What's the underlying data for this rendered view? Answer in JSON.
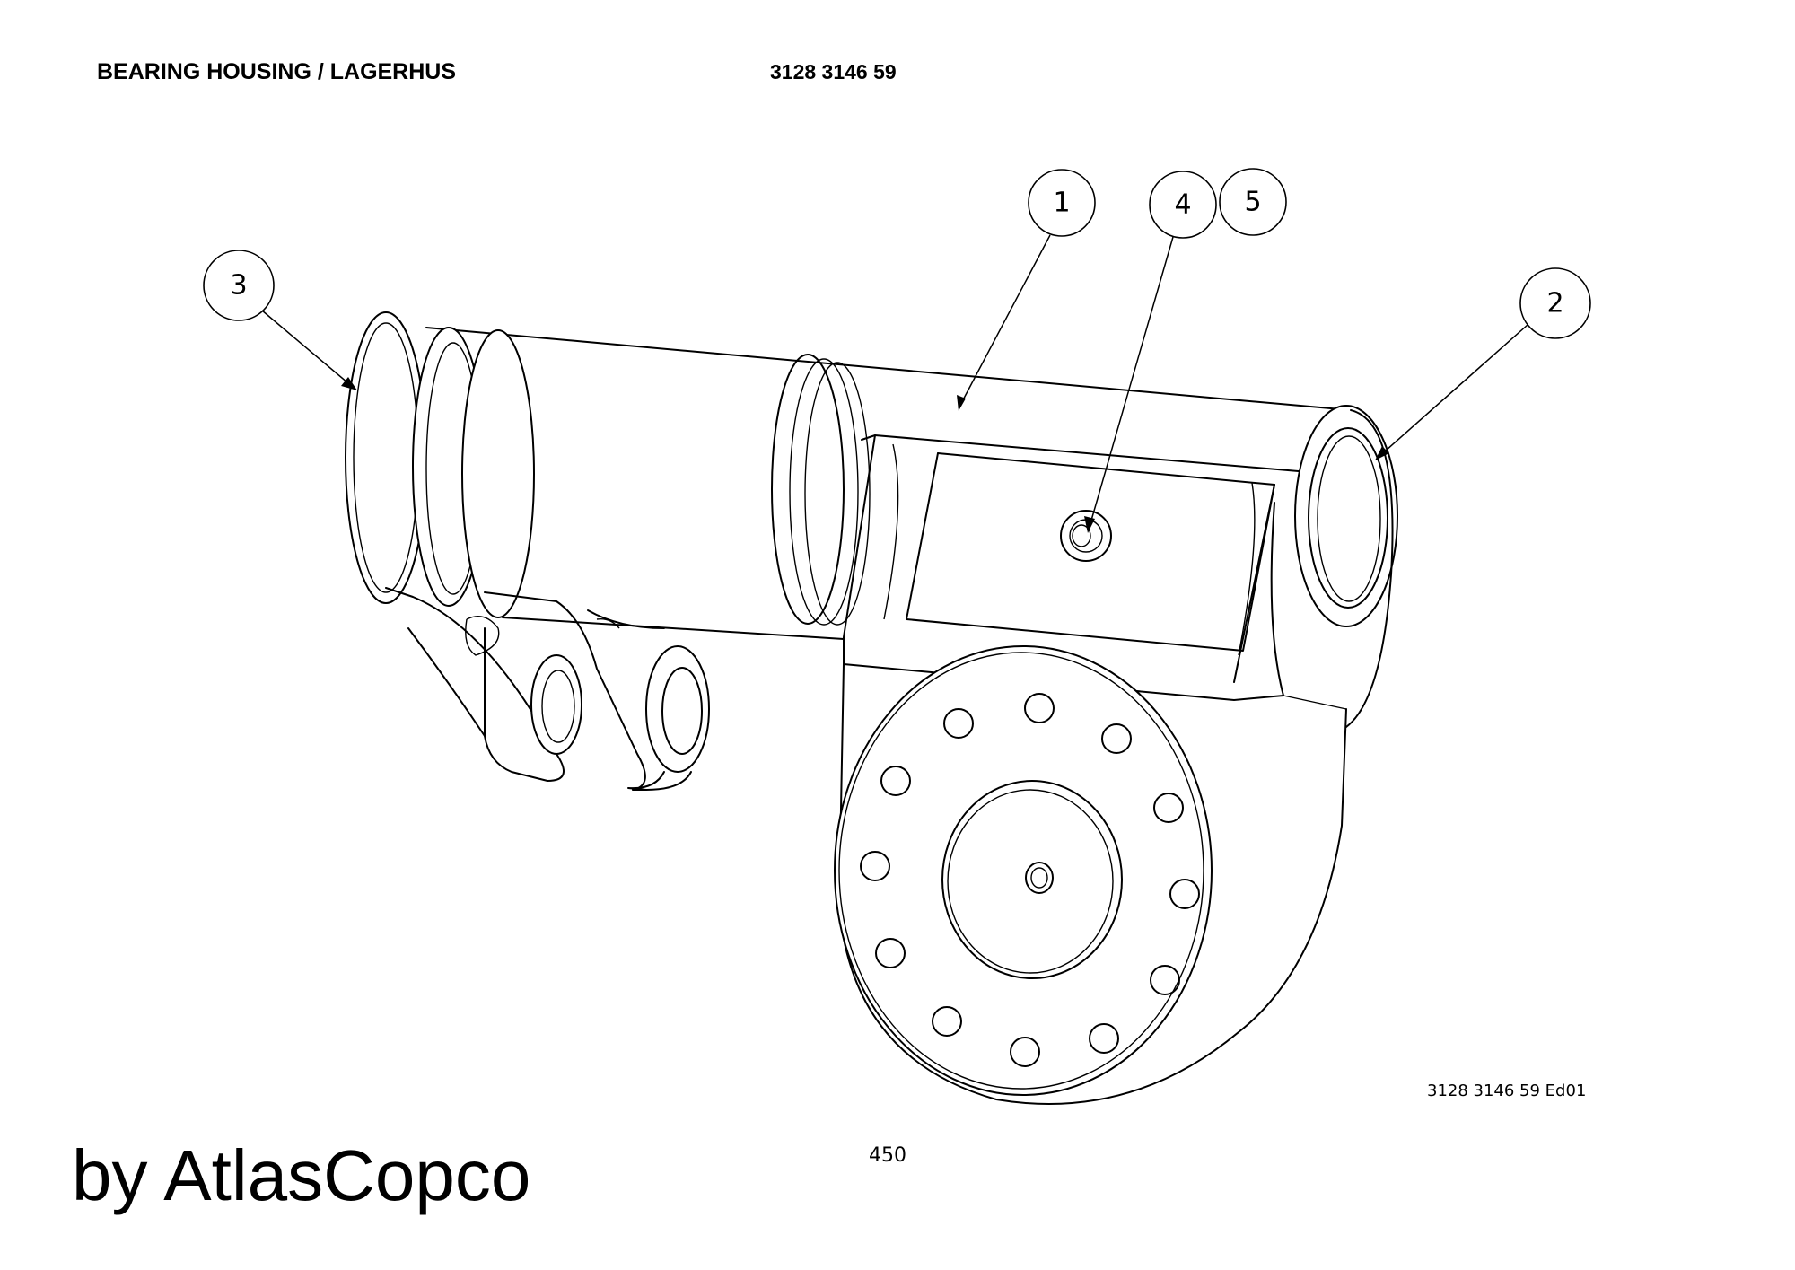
{
  "header": {
    "title": "BEARING HOUSING / LAGERHUS",
    "part_number": "3128 3146 59"
  },
  "callouts": [
    {
      "label": "1"
    },
    {
      "label": "2"
    },
    {
      "label": "3"
    },
    {
      "label": "4"
    },
    {
      "label": "5"
    }
  ],
  "footer": {
    "edition": "3128 3146 59 Ed01",
    "page_number": "450",
    "brand": "by AtlasCopco"
  }
}
